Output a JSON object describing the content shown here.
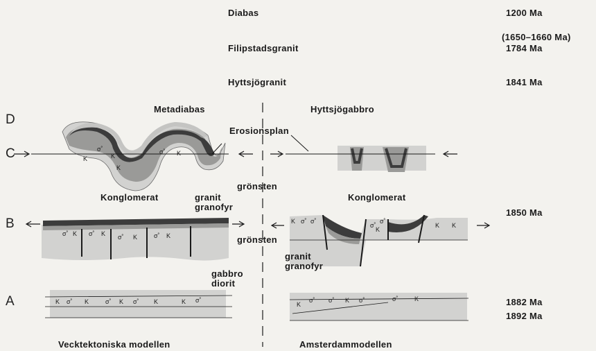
{
  "top_rows": [
    {
      "name": "Diabas",
      "age": "1200 Ma"
    },
    {
      "name": "Filipstadsgranit",
      "age_note": "(1650–1660 Ma)",
      "age": "1784 Ma"
    },
    {
      "name": "Hyttsjögranit",
      "age": "1841 Ma"
    }
  ],
  "stages": {
    "d": "D",
    "c": "C",
    "b": "B",
    "a": "A"
  },
  "labels": {
    "metadiabas": "Metadiabas",
    "hyttsjogabbro": "Hyttsjögabbro",
    "erosionsplan": "Erosionsplan",
    "gronsten_1": "grönsten",
    "gronsten_2": "grönsten",
    "konglomerat_left": "Konglomerat",
    "konglomerat_right": "Konglomerat",
    "granit_left": "granit",
    "granofyr_left": "granofyr",
    "granit_right": "granit",
    "granofyr_right": "granofyr",
    "gabbro": "gabbro",
    "diorit": "diorit"
  },
  "ages_right": {
    "b": "1850 Ma",
    "a1": "1882 Ma",
    "a2": "1892 Ma"
  },
  "model_titles": {
    "left": "Vecktektoniska modellen",
    "right": "Amsterdammodellen"
  },
  "marks": {
    "k": "K",
    "sigma": "σ˚",
    "dash": "–"
  },
  "colors": {
    "background": "#f3f2ee",
    "light_fill": "#d2d2d0",
    "mid_fill": "#9a9a98",
    "dark_fill": "#3c3c3c",
    "line": "#1a1a1a"
  }
}
